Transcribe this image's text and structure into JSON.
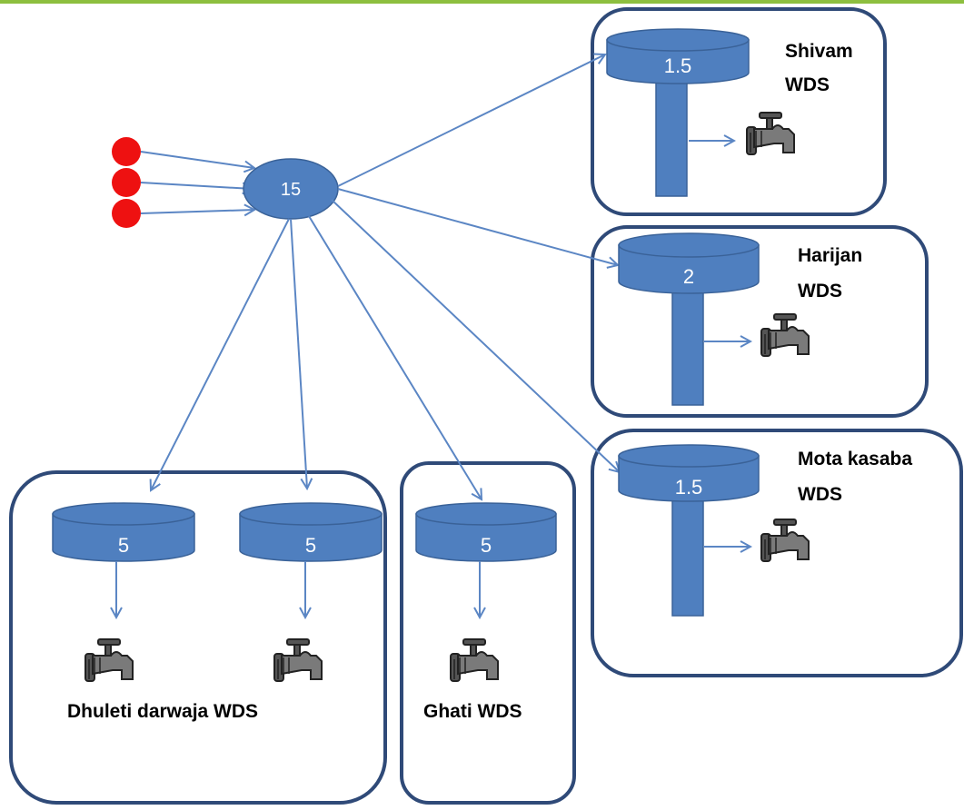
{
  "hub": {
    "label": "15"
  },
  "sources": [
    {
      "color": "#ee1111"
    },
    {
      "color": "#ee1111"
    },
    {
      "color": "#ee1111"
    }
  ],
  "systems": {
    "shivam": {
      "line1": "Shivam",
      "line2": "WDS",
      "tank": "1.5"
    },
    "harijan": {
      "line1": "Harijan",
      "line2": "WDS",
      "tank": "2"
    },
    "mota_kasaba": {
      "line1": "Mota kasaba",
      "line2": "WDS",
      "tank": "1.5"
    },
    "dhuleti": {
      "label": "Dhuleti darwaja WDS",
      "tanks": [
        "5",
        "5"
      ]
    },
    "ghati": {
      "label": "Ghati WDS",
      "tank": "5"
    }
  },
  "colors": {
    "tank": "#4f7fbf",
    "box_border": "#2f4a78",
    "arrow": "#5b86c4",
    "source": "#ee1111",
    "top_rule": "#8dbf3f"
  },
  "icons": {
    "tap": "water-tap-icon"
  }
}
